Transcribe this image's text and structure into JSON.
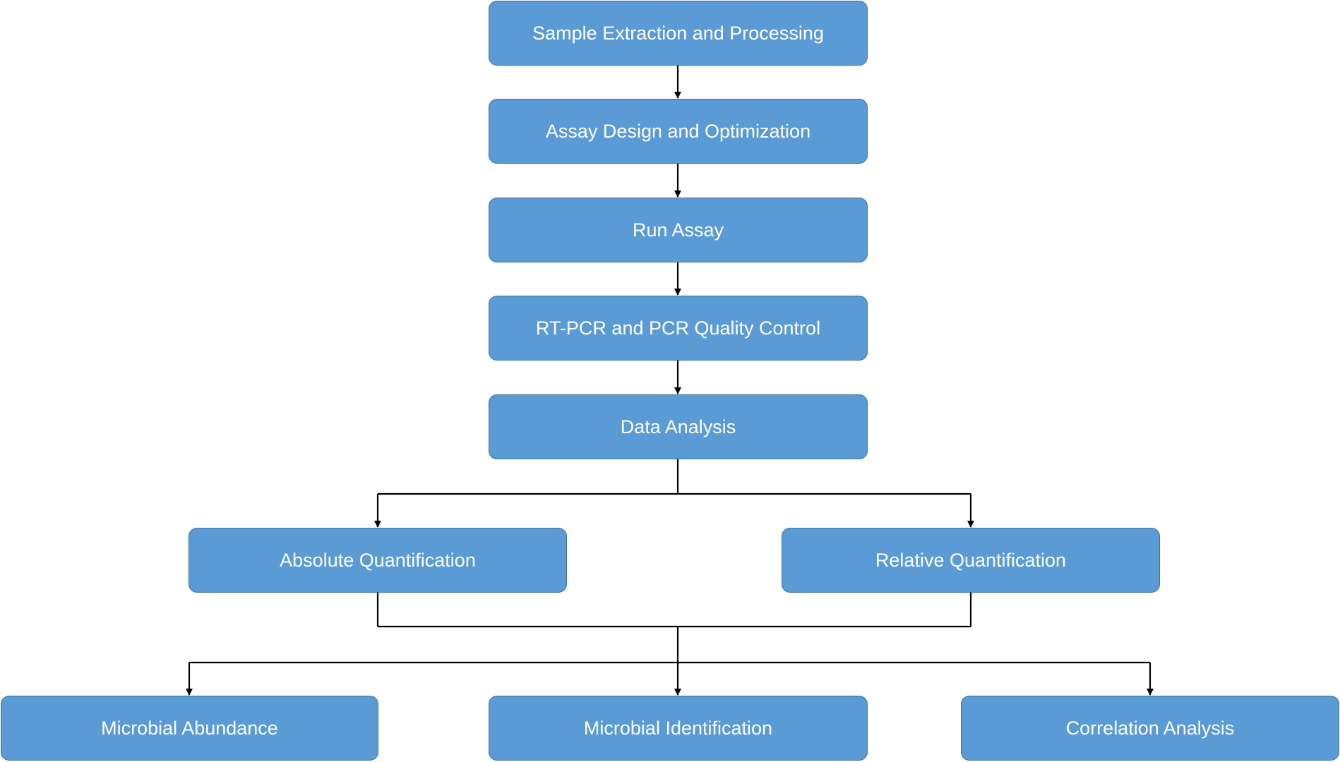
{
  "nodes": {
    "sample_extraction": "Sample Extraction and Processing",
    "assay_design": "Assay Design and Optimization",
    "run_assay": "Run Assay",
    "quality_control": "RT-PCR and PCR Quality Control",
    "data_analysis": "Data Analysis",
    "absolute_quantification": "Absolute Quantification",
    "relative_quantification": "Relative Quantification",
    "microbial_abundance": "Microbial Abundance",
    "microbial_identification": "Microbial Identification",
    "correlation_analysis": "Correlation Analysis"
  },
  "colors": {
    "box_fill": "#5b9bd5",
    "box_border": "#41719c",
    "box_text": "#ffffff",
    "connector": "#000000"
  },
  "edges": [
    [
      "Sample Extraction and Processing",
      "Assay Design and Optimization"
    ],
    [
      "Assay Design and Optimization",
      "Run Assay"
    ],
    [
      "Run Assay",
      "RT-PCR and PCR Quality Control"
    ],
    [
      "RT-PCR and PCR Quality Control",
      "Data Analysis"
    ],
    [
      "Data Analysis",
      "Absolute Quantification"
    ],
    [
      "Data Analysis",
      "Relative Quantification"
    ],
    [
      "Absolute Quantification",
      "Microbial Abundance"
    ],
    [
      "Absolute Quantification",
      "Microbial Identification"
    ],
    [
      "Absolute Quantification",
      "Correlation Analysis"
    ],
    [
      "Relative Quantification",
      "Microbial Abundance"
    ],
    [
      "Relative Quantification",
      "Microbial Identification"
    ],
    [
      "Relative Quantification",
      "Correlation Analysis"
    ]
  ]
}
